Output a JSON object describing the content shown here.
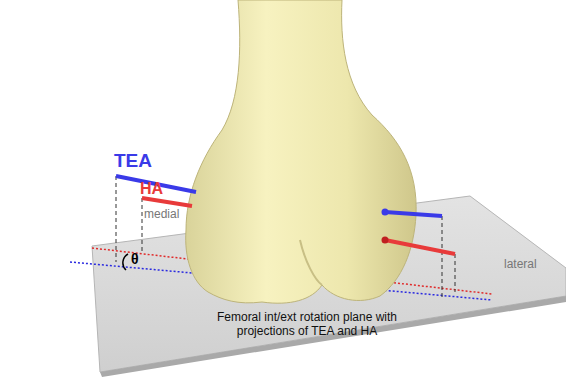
{
  "diagram": {
    "labels": [
      "TEA",
      "HA",
      "medial",
      "lateral",
      "Femoral int/ext rotation plane with projections of TEA and HA",
      "θ"
    ]
  }
}
